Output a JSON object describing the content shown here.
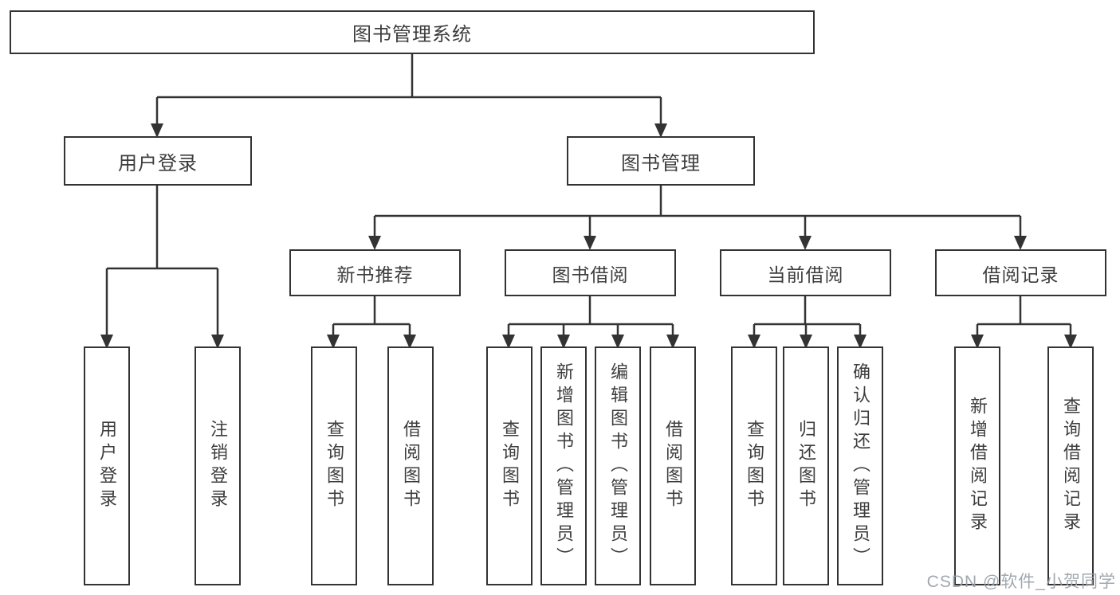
{
  "diagram": {
    "type": "hierarchy-tree",
    "title": "图书管理系统",
    "watermark": "CSDN @软件_小贺同学",
    "colors": {
      "background": "#ffffff",
      "line": "#333333",
      "box_border": "#333333",
      "text": "#3d3d3d",
      "watermark": "#9aa1a9"
    },
    "nodes": {
      "root": "图书管理系统",
      "user_login": "用户登录",
      "book_mgmt": "图书管理",
      "user_login_children": [
        "用户登录",
        "注销登录"
      ],
      "new_book_rec": "新书推荐",
      "new_book_rec_children": [
        "查询图书",
        "借阅图书"
      ],
      "book_borrow": "图书借阅",
      "book_borrow_children": [
        "查询图书",
        "新增图书（管理员）",
        "编辑图书（管理员）",
        "借阅图书"
      ],
      "current_borrow": "当前借阅",
      "current_borrow_children": [
        "查询图书",
        "归还图书",
        "确认归还（管理员）"
      ],
      "borrow_records": "借阅记录",
      "borrow_records_children": [
        "新增借阅记录",
        "查询借阅记录"
      ]
    }
  }
}
